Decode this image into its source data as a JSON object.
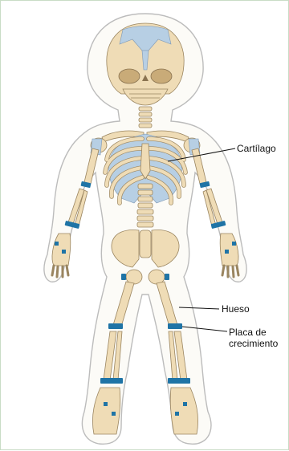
{
  "labels": {
    "cartilage": "Cartílago",
    "bone": "Hueso",
    "growth_plate_line1": "Placa de",
    "growth_plate_line2": "crecimiento"
  },
  "colors": {
    "bone": "#efdcb6",
    "bone_stroke": "#9a8560",
    "cartilage": "#b7cfe4",
    "growth_plate": "#1f74a6",
    "skin_outline": "#bcbcbc"
  }
}
